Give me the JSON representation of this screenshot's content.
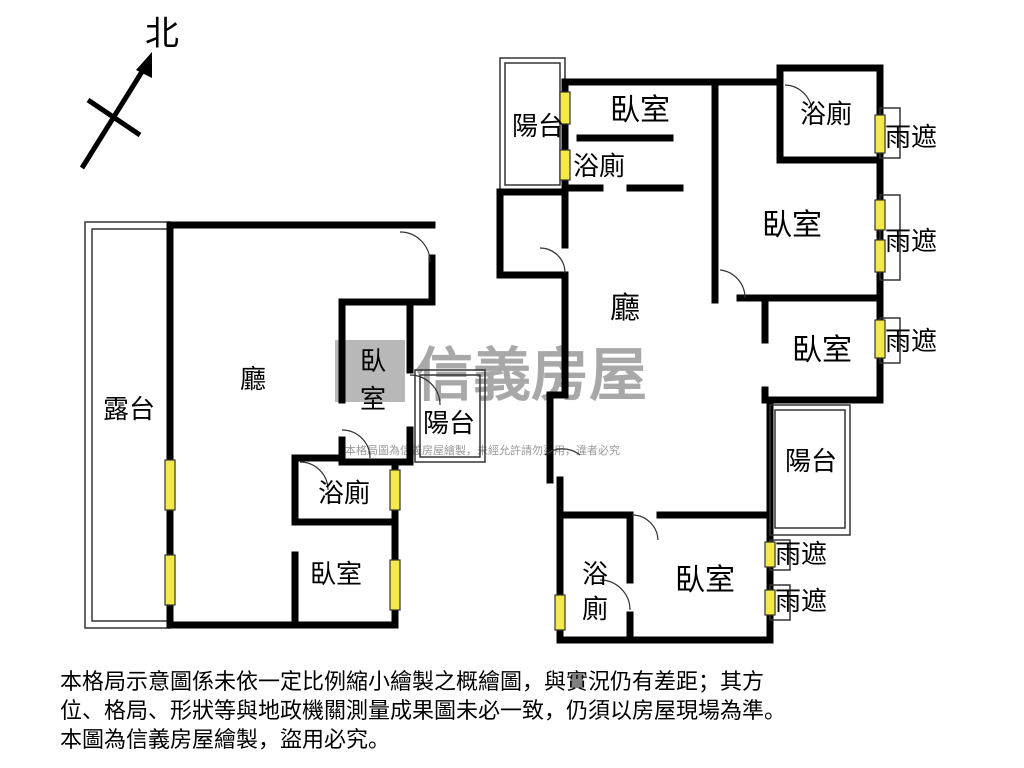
{
  "compass": {
    "label": "北"
  },
  "left_unit": {
    "rooms": {
      "terrace": "露台",
      "living": "廳",
      "bedroom_small_top": "臥",
      "bedroom_small_bottom": "室",
      "balcony": "陽台",
      "bathroom": "浴廁",
      "bedroom": "臥室"
    }
  },
  "right_unit": {
    "rooms": {
      "balcony_top": "陽台",
      "bedroom_top": "臥室",
      "bathroom_top": "浴廁",
      "bathroom_right": "浴廁",
      "bedroom_right1": "臥室",
      "bedroom_right2": "臥室",
      "living": "廳",
      "balcony_right": "陽台",
      "bathroom_bottom_top": "浴",
      "bathroom_bottom_bottom": "廁",
      "bedroom_bottom": "臥室",
      "rain_shelter_1": "雨遮",
      "rain_shelter_2": "雨遮",
      "rain_shelter_3": "雨遮",
      "rain_shelter_4": "雨遮",
      "rain_shelter_5": "雨遮"
    }
  },
  "watermark": {
    "brand": "信義房屋",
    "notice": "本格局圖為信義房屋繪製，未經允許請勿盜用，違者必究"
  },
  "colors": {
    "wall": "#000000",
    "window": "#f5e94a",
    "watermark": "#9a9a9a"
  },
  "disclaimer": "本格局示意圖係未依一定比例縮小繪製之概繪圖，與實況仍有差距；其方\n位、格局、形狀等與地政機關測量成果圖未必一致，仍須以房屋現場為準。\n本圖為信義房屋繪製，盜用必究。"
}
